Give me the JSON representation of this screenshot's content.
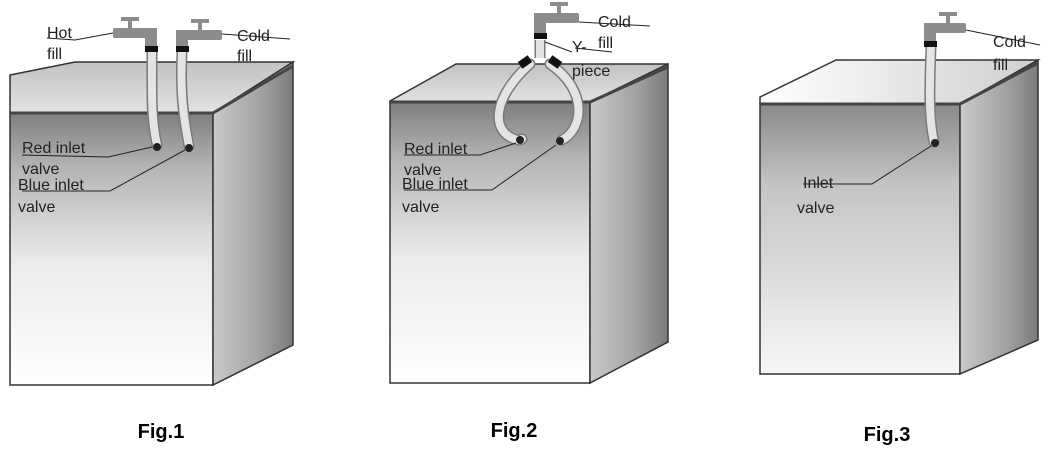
{
  "colors": {
    "cabinet_stroke": "#333333",
    "hose": "#e4e4e4",
    "hose_outline": "#7a7a7a",
    "tap": "#8c8c8c",
    "connector": "#111111",
    "leader": "#222222"
  },
  "figures": [
    {
      "caption": "Fig.1",
      "labels": {
        "hot_fill": [
          "Hot",
          "fill"
        ],
        "cold_fill": [
          "Cold",
          "fill"
        ],
        "red_inlet": [
          "Red inlet",
          "valve"
        ],
        "blue_inlet": [
          "Blue inlet",
          "valve"
        ]
      }
    },
    {
      "caption": "Fig.2",
      "labels": {
        "cold_fill": [
          "Cold",
          "fill"
        ],
        "y_piece": [
          "Y-",
          "piece"
        ],
        "red_inlet": [
          "Red inlet",
          "valve"
        ],
        "blue_inlet": [
          "Blue inlet",
          "valve"
        ]
      }
    },
    {
      "caption": "Fig.3",
      "labels": {
        "cold_fill": [
          "Cold",
          "fill"
        ],
        "inlet": [
          "Inlet",
          "valve"
        ]
      }
    }
  ]
}
